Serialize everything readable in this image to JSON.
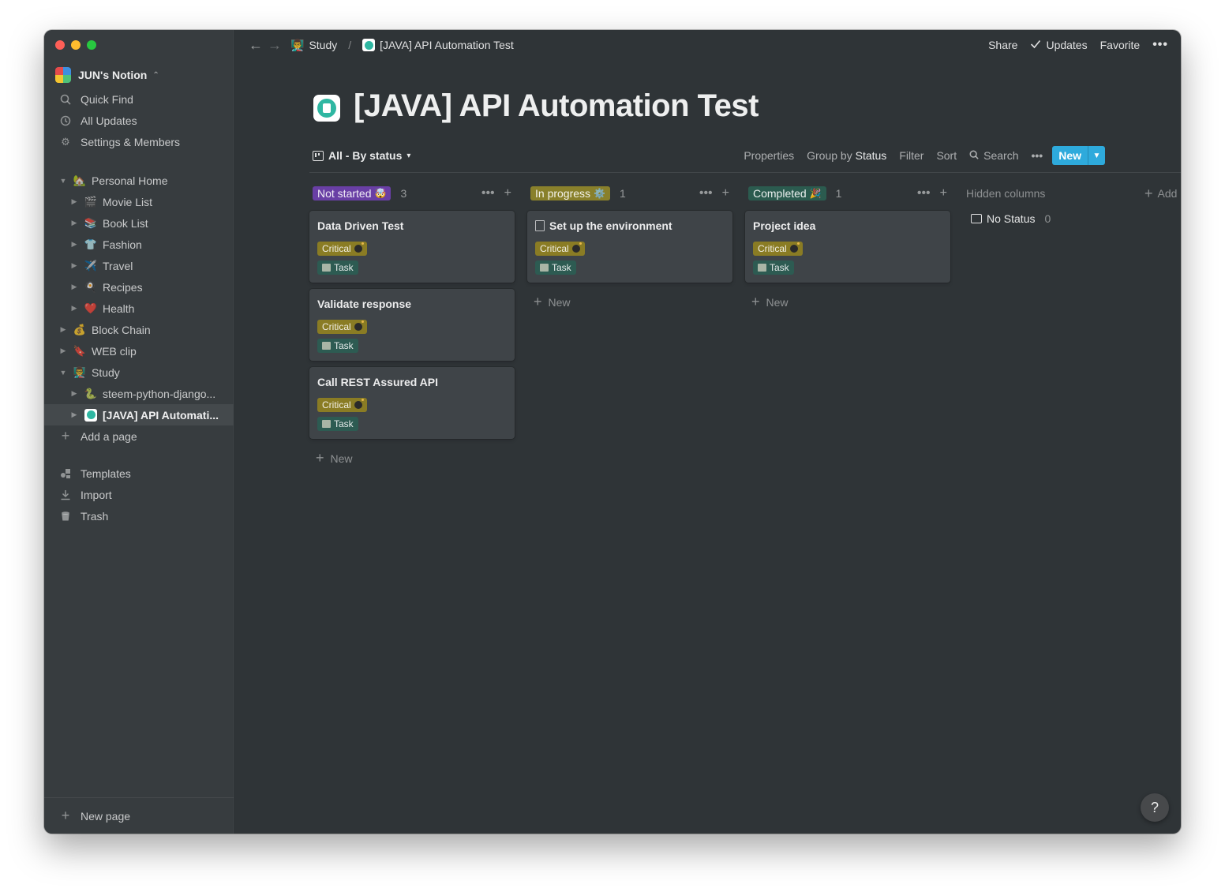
{
  "window": {
    "breadcrumb": [
      {
        "icon": "study-emoji",
        "label": "Study"
      },
      {
        "icon": "page-icon-teal",
        "label": "[JAVA] API Automation Test"
      }
    ],
    "top_actions": {
      "share": "Share",
      "updates": "Updates",
      "favorite": "Favorite",
      "more": "•••"
    }
  },
  "sidebar": {
    "workspace": "JUN's Notion",
    "quick_links": [
      {
        "icon": "search-icon",
        "label": "Quick Find"
      },
      {
        "icon": "clock-icon",
        "label": "All Updates"
      },
      {
        "icon": "gear-icon",
        "label": "Settings & Members"
      }
    ],
    "pages": [
      {
        "label": "Personal Home",
        "emoji": "🏡",
        "expanded": true,
        "indent": 0
      },
      {
        "label": "Movie List",
        "emoji": "🎬",
        "indent": 1
      },
      {
        "label": "Book List",
        "emoji": "📚",
        "indent": 1
      },
      {
        "label": "Fashion",
        "emoji": "👕",
        "indent": 1
      },
      {
        "label": "Travel",
        "emoji": "✈️",
        "indent": 1
      },
      {
        "label": "Recipes",
        "emoji": "🍳",
        "indent": 1
      },
      {
        "label": "Health",
        "emoji": "❤️",
        "indent": 1
      },
      {
        "label": "Block Chain",
        "emoji": "💰",
        "indent": 0
      },
      {
        "label": "WEB clip",
        "emoji": "🔖",
        "indent": 0
      },
      {
        "label": "Study",
        "emoji": "👨‍🏫",
        "expanded": true,
        "indent": 0
      },
      {
        "label": "steem-python-django...",
        "emoji": "🐍",
        "indent": 1
      },
      {
        "label": "[JAVA] API Automati...",
        "emoji": "page-icon-teal",
        "indent": 1,
        "active": true
      }
    ],
    "add_page": "Add a page",
    "utilities": [
      {
        "icon": "templates-icon",
        "label": "Templates"
      },
      {
        "icon": "import-icon",
        "label": "Import"
      },
      {
        "icon": "trash-icon",
        "label": "Trash"
      }
    ],
    "new_page": "New page"
  },
  "page": {
    "title": "[JAVA] API Automation Test"
  },
  "view": {
    "name": "All - By status",
    "properties": "Properties",
    "group_by_prefix": "Group by",
    "group_by_value": "Status",
    "filter": "Filter",
    "sort": "Sort",
    "search": "Search",
    "more": "•••",
    "new": "New"
  },
  "board": {
    "columns": [
      {
        "label": "Not started",
        "emoji": "🤯",
        "count": "3",
        "color": "#693fa5",
        "cards": [
          {
            "title": "Data Driven Test",
            "priority": "Critical",
            "type": "Task",
            "has_doc_icon": false
          },
          {
            "title": "Validate response",
            "priority": "Critical",
            "type": "Task",
            "has_doc_icon": false
          },
          {
            "title": "Call REST Assured API",
            "priority": "Critical",
            "type": "Task",
            "has_doc_icon": false
          }
        ]
      },
      {
        "label": "In progress",
        "emoji": "⚙️",
        "count": "1",
        "color": "#89802b",
        "cards": [
          {
            "title": "Set up the environment",
            "priority": "Critical",
            "type": "Task",
            "has_doc_icon": true
          }
        ]
      },
      {
        "label": "Completed",
        "emoji": "🎉",
        "count": "1",
        "color": "#2b5b4f",
        "cards": [
          {
            "title": "Project idea",
            "priority": "Critical",
            "type": "Task",
            "has_doc_icon": false
          }
        ]
      }
    ],
    "add_new": "New",
    "hidden_columns": {
      "title": "Hidden columns",
      "items": [
        {
          "label": "No Status",
          "count": "0"
        }
      ]
    },
    "add_group": "Add"
  },
  "help": "?",
  "colors": {
    "accent": "#2eaadc",
    "critical": "#8a7c24",
    "task": "#2d5b52",
    "background": "#2f3437",
    "sidebar": "#373c3f",
    "card": "#3f4448"
  }
}
